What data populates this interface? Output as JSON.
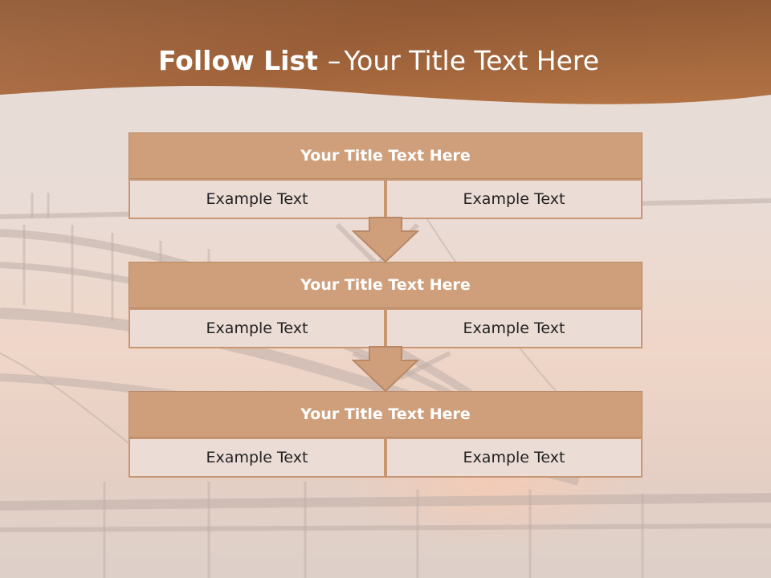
{
  "slide": {
    "title_bold": "Follow List",
    "title_dash": "–",
    "title_rest": "Your Title Text Here"
  },
  "steps": [
    {
      "title": "Your Title Text Here",
      "left": "Example Text",
      "right": "Example Text"
    },
    {
      "title": "Your Title Text Here",
      "left": "Example Text",
      "right": "Example Text"
    },
    {
      "title": "Your Title Text Here",
      "left": "Example Text",
      "right": "Example Text"
    }
  ],
  "colors": {
    "header": "#a8683e",
    "block_title": "#cf9f7b",
    "cell_bg": "#ecdcd6",
    "border": "#c89673",
    "arrow": "#cf9f7b"
  },
  "icons": {
    "arrow": "down-arrow-icon"
  }
}
